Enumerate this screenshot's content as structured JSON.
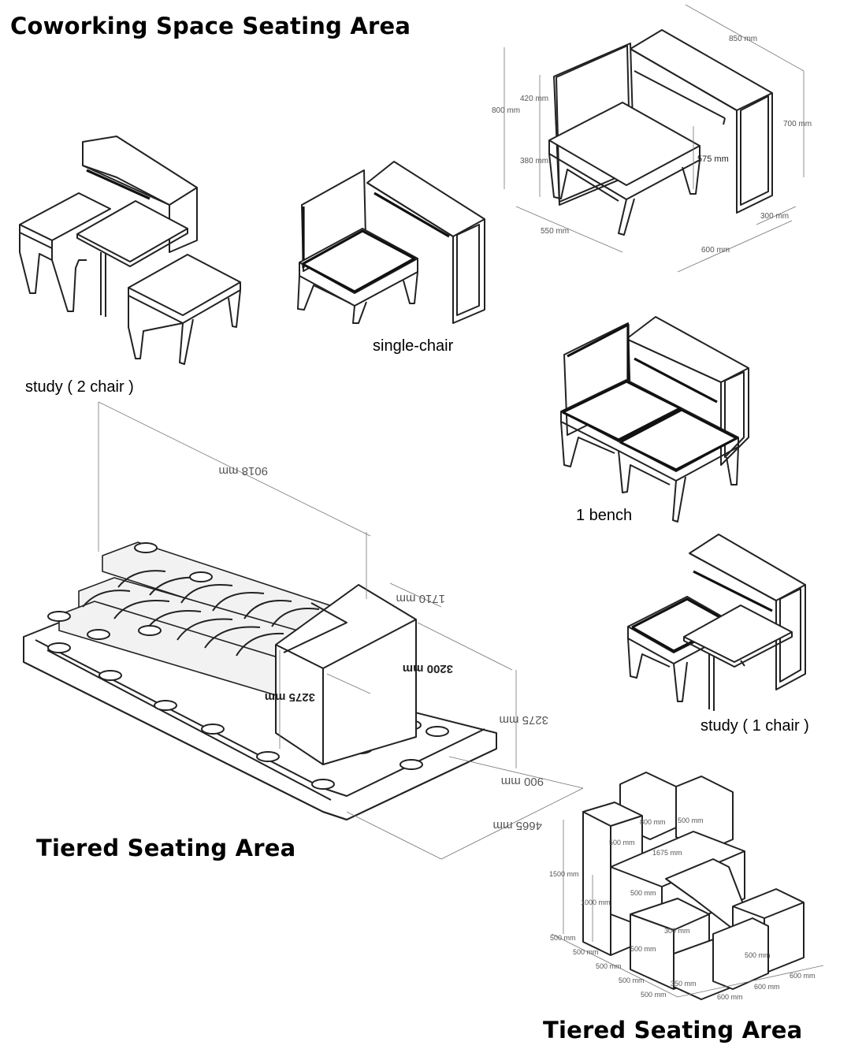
{
  "headings": {
    "coworking": "Coworking  Space Seating Area",
    "tiered_left": "Tiered Seating Area",
    "tiered_right": "Tiered Seating Area"
  },
  "captions": {
    "study_2_chair": "study ( 2 chair )",
    "single_chair": "single-chair",
    "bench": "1 bench",
    "study_1_chair": "study ( 1 chair )"
  },
  "dimensions": {
    "single_chair_detail": [
      "850 mm",
      "420 mm",
      "800 mm",
      "380 mm",
      "575 mm",
      "700 mm",
      "550 mm",
      "300 mm",
      "600 mm"
    ],
    "tiered_left": [
      "9018 mm",
      "1710 mm",
      "3200 mm",
      "3275 mm",
      "3275 mm",
      "900 mm",
      "4665 mm"
    ],
    "tiered_right": [
      "800 mm",
      "500 mm",
      "500 mm",
      "1675 mm",
      "1500 mm",
      "500 mm",
      "1000 mm",
      "300 mm",
      "500 mm",
      "500 mm",
      "500 mm",
      "500 mm",
      "500 mm",
      "500 mm",
      "350 mm",
      "600 mm",
      "600 mm",
      "600 mm",
      "500 mm"
    ]
  }
}
